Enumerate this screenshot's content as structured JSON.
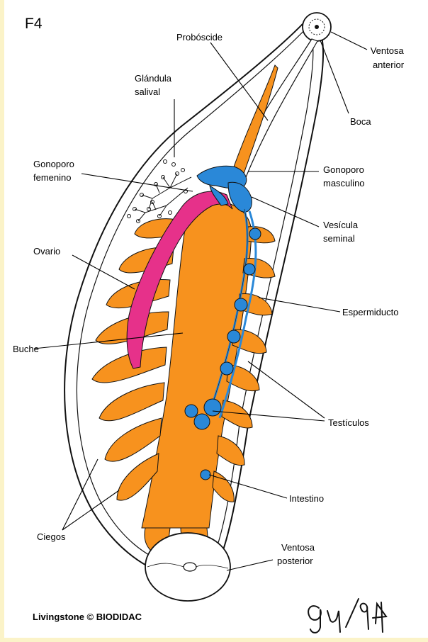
{
  "figure_id": "F4",
  "credit": "Livingstone © BIODIDAC",
  "signature": "Guy/94",
  "colors": {
    "intestine": "#f7921e",
    "ovary": "#e6318a",
    "male_system": "#2a88d8",
    "outline": "#111111",
    "frame": "#fbf3c8"
  },
  "labels": {
    "proboscide": [
      "Probóscide"
    ],
    "ventosa_anterior": [
      "Ventosa",
      "anterior"
    ],
    "boca": [
      "Boca"
    ],
    "glandula_salival": [
      "Glándula",
      "salival"
    ],
    "gonoporo_femenino": [
      "Gonoporo",
      "femenino"
    ],
    "gonoporo_masculino": [
      "Gonoporo",
      "masculino"
    ],
    "vesicula_seminal": [
      "Vesícula",
      "seminal"
    ],
    "ovario": [
      "Ovario"
    ],
    "espermiducto": [
      "Espermiducto"
    ],
    "buche": [
      "Buche"
    ],
    "testiculos": [
      "Testículos"
    ],
    "intestino": [
      "Intestino"
    ],
    "ciegos": [
      "Ciegos"
    ],
    "ventosa_posterior": [
      "Ventosa",
      "posterior"
    ]
  }
}
